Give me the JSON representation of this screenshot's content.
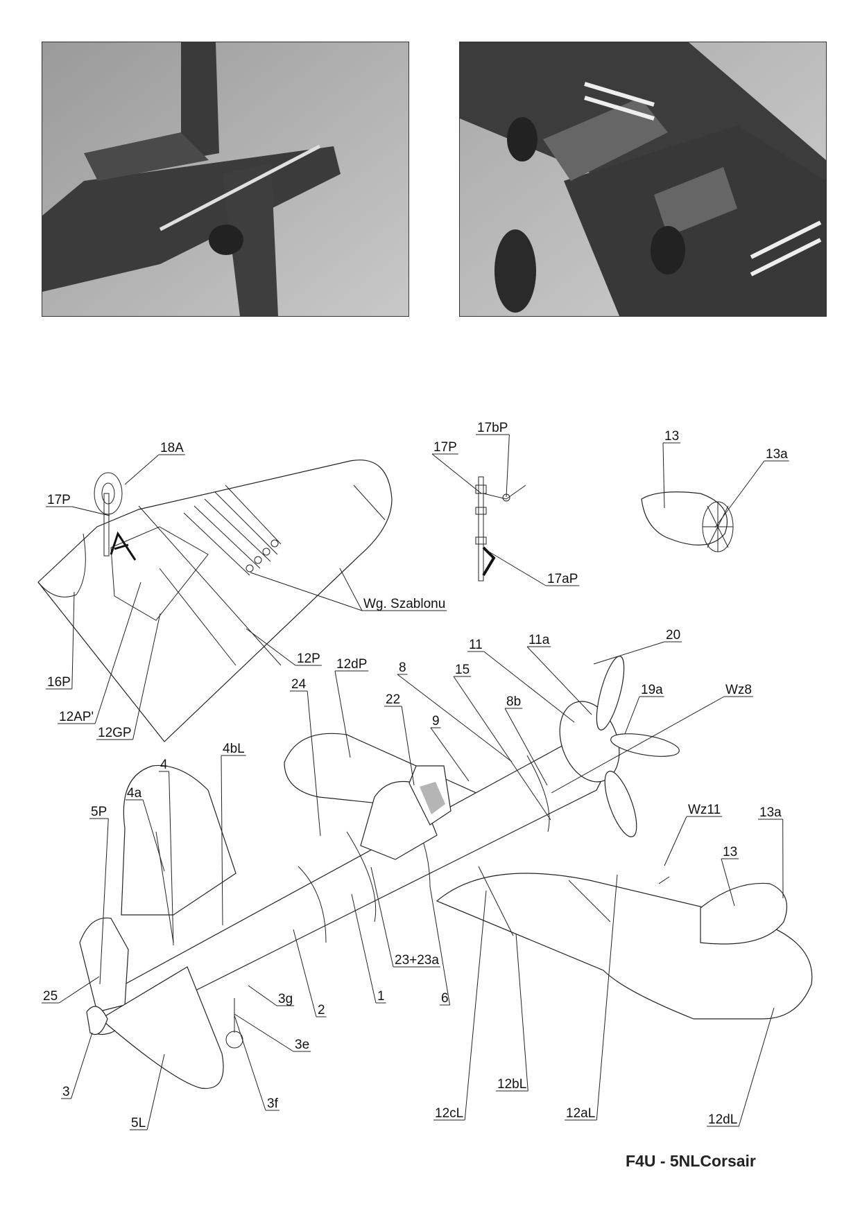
{
  "title": "F4U - 5NLCorsair",
  "photos": [
    {
      "subject": "tail-wheel-photo"
    },
    {
      "subject": "underside-wing-photo"
    }
  ],
  "labels": [
    "18A",
    "17P",
    "16P",
    "12AP'",
    "12GP",
    "12P",
    "Wg. Szablonu",
    "17P",
    "17bP",
    "17aP",
    "13",
    "13a",
    "20",
    "11a",
    "11",
    "12dP",
    "8",
    "15",
    "24",
    "22",
    "19a",
    "Wz8",
    "8b",
    "9",
    "4bL",
    "4",
    "4a",
    "5P",
    "Wz11",
    "13a",
    "13",
    "23+23a",
    "25",
    "3g",
    "2",
    "1",
    "6",
    "3e",
    "3",
    "3f",
    "12bL",
    "5L",
    "12cL",
    "12aL",
    "12dL"
  ],
  "colors": {
    "line": "#222222",
    "canopy_fill": "#b5b5b5",
    "photo_dark": "#3a3a3a"
  }
}
